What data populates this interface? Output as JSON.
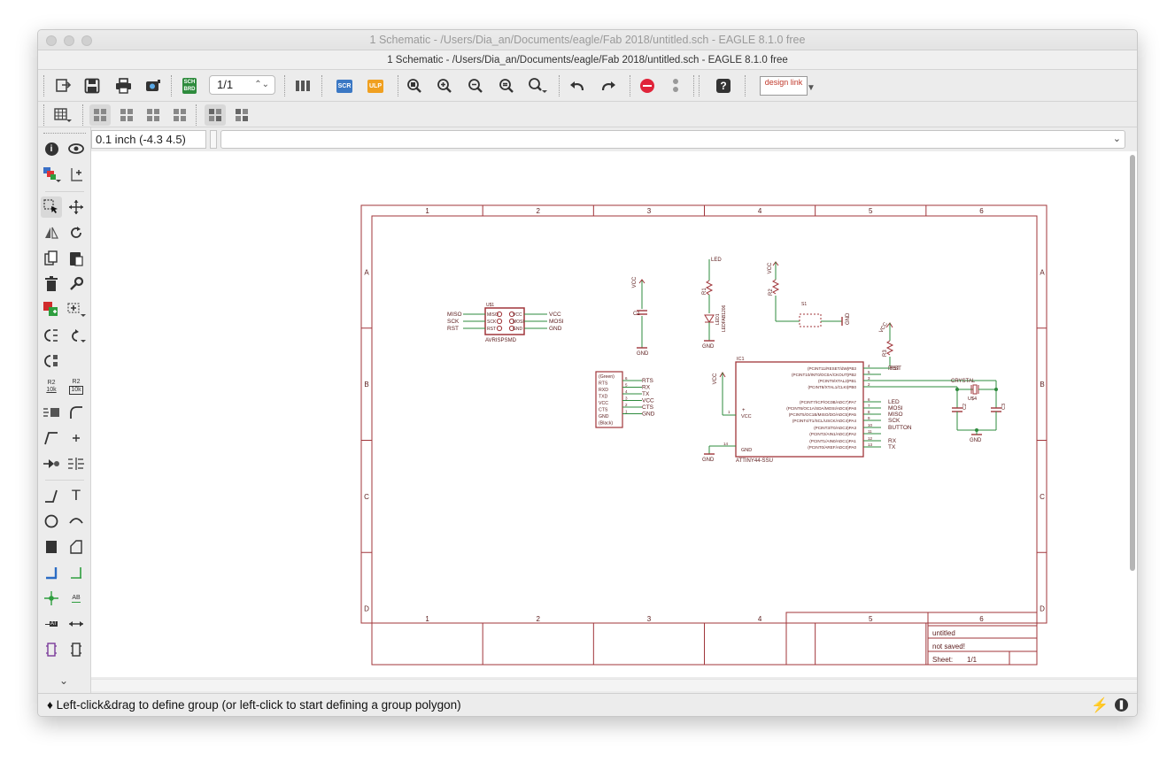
{
  "window": {
    "title": "1 Schematic - /Users/Dia_an/Documents/eagle/Fab 2018/untitled.sch - EAGLE 8.1.0 free",
    "subtitle": "1 Schematic - /Users/Dia_an/Documents/eagle/Fab 2018/untitled.sch - EAGLE 8.1.0 free"
  },
  "toolbar": {
    "sheet_value": "1/1",
    "scr_label": "SCR",
    "ulp_label": "ULP",
    "scr_brd_label": "SCH BRD",
    "design_link_label": "design link",
    "icons": [
      "open-icon",
      "save-icon",
      "print-icon",
      "cam-icon",
      "switch-board-icon",
      "sheet-select",
      "library-icon",
      "script-icon",
      "ulp-icon",
      "zoom-fit-icon",
      "zoom-in-icon",
      "zoom-out-icon",
      "zoom-redraw-icon",
      "zoom-select-icon",
      "undo-icon",
      "redo-icon",
      "stop-icon",
      "go-icon",
      "help-icon",
      "design-link-icon"
    ]
  },
  "command_line": {
    "coordinate": "0.1 inch (-4.3 4.5)",
    "command_value": ""
  },
  "status": {
    "message": "Left-click&drag to define group (or left-click to start defining a group polygon)",
    "diamond": "♦"
  },
  "left_tools": {
    "r2_label": "R2",
    "r2_sub": "10k",
    "text_glyph": "T",
    "ab_label": "AB",
    "at_label": "AT"
  },
  "schematic": {
    "frame_columns": [
      "1",
      "2",
      "3",
      "4",
      "5",
      "6"
    ],
    "frame_rows": [
      "A",
      "B",
      "C",
      "D"
    ],
    "title_block": {
      "name": "untitled",
      "saved": "not saved!",
      "sheet_label": "Sheet:",
      "sheet_value": "1/1"
    },
    "isp": {
      "ref": "U$1",
      "value": "AVRISPSMD",
      "pins_left": [
        "MISO",
        "SCK",
        "RST"
      ],
      "pins_left_inner": [
        "MISO",
        "SCK",
        "RST"
      ],
      "pins_right_inner": [
        "VCC",
        "MOSI",
        "GND"
      ],
      "pins_right": [
        "VCC",
        "MOSI",
        "GND"
      ]
    },
    "ftdi": {
      "labels": [
        "(Green)",
        "RTS",
        "RXD",
        "TXD",
        "VCC",
        "CTS",
        "GND",
        "(Black)"
      ],
      "pin_numbers": [
        "6",
        "5",
        "4",
        "3",
        "2",
        "1"
      ],
      "nets": [
        "RTS",
        "RX",
        "TX",
        "VCC",
        "CTS",
        "GND"
      ]
    },
    "cap_c1": {
      "ref": "C1",
      "top": "VCC",
      "bottom": "GND"
    },
    "led": {
      "net": "LED",
      "r": "R1",
      "d": "LED1",
      "d_label": "LEDFAB1206",
      "gnd": "GND"
    },
    "button": {
      "vcc": "VCC",
      "r": "R2",
      "s": "S1",
      "gnd": "GND"
    },
    "r3": {
      "vcc": "VCC",
      "r": "R3",
      "net": "RST"
    },
    "mcu": {
      "ref": "IC1",
      "value": "ATTINY44-SSU",
      "vcc": "VCC",
      "gnd": "GND",
      "vcc_pin": "1",
      "gnd_pin": "14",
      "left_vcc_label": "VCC",
      "left_gnd_label": "GND",
      "right_pins": [
        {
          "label": "(PCINT11/RESET/dW)PB3",
          "num": "4",
          "net": "RST"
        },
        {
          "label": "(PCINT10/INT0/OC0A/CKOUT)PB2",
          "num": "5",
          "net": ""
        },
        {
          "label": "(PCINT9/XTAL2)PB1",
          "num": "3",
          "net": ""
        },
        {
          "label": "(PCINT8/XTAL1/CLKI)PB0",
          "num": "2",
          "net": ""
        },
        {
          "label": "(PCINT7/ICP/OC0B/ADC7)PA7",
          "num": "6",
          "net": "LED"
        },
        {
          "label": "(PCINT6/OC1A/SDA/MOSI/ADC6)PA6",
          "num": "7",
          "net": "MOSI"
        },
        {
          "label": "(PCINT5/OC1B/MISO/DO/ADC5)PA5",
          "num": "8",
          "net": "MISO"
        },
        {
          "label": "(PCINT4/T1/SCL/USCK/ADC4)PA4",
          "num": "9",
          "net": "SCK"
        },
        {
          "label": "(PCINT3/T0/ADC3)PA3",
          "num": "10",
          "net": "BUTTON"
        },
        {
          "label": "(PCINT2/AIN1/ADC2)PA2",
          "num": "11",
          "net": ""
        },
        {
          "label": "(PCINT1/AIN0/ADC1)PA1",
          "num": "12",
          "net": "RX"
        },
        {
          "label": "(PCINT0/AREF/ADC0)PA0",
          "num": "13",
          "net": "TX"
        }
      ]
    },
    "crystal": {
      "label": "CRYSTAL",
      "ref": "U$4",
      "c2": "C2",
      "c3": "C3",
      "gnd": "GND"
    }
  }
}
